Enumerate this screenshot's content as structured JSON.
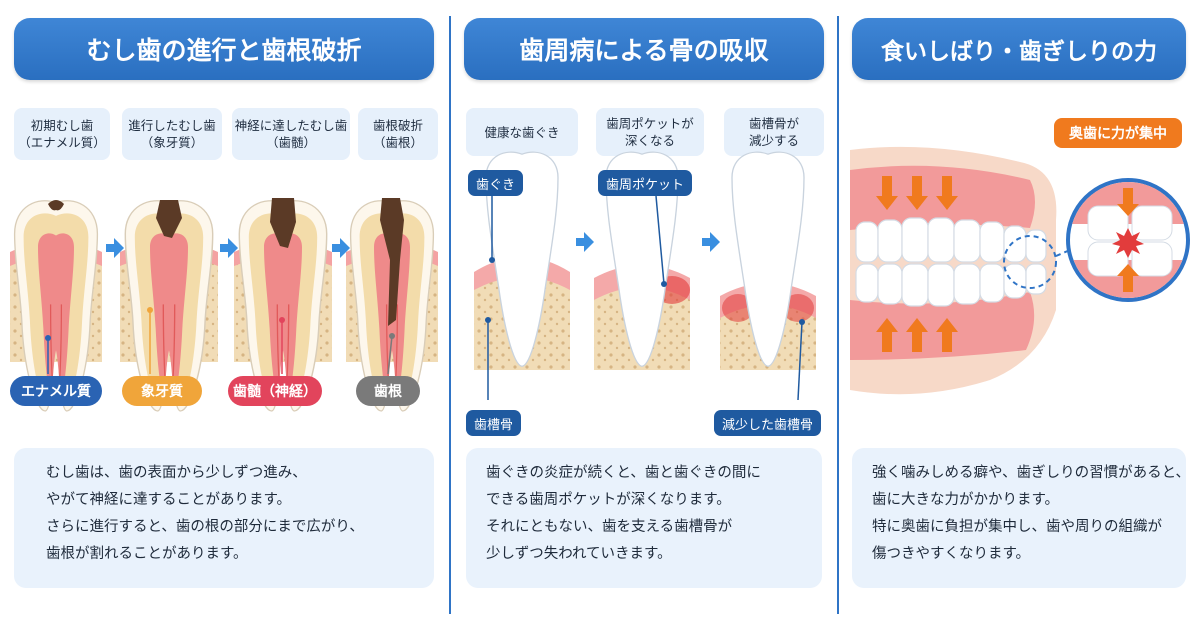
{
  "colors": {
    "title_blue": "#2f74c6",
    "enamel": "#2a63b3",
    "dentin": "#f0a53a",
    "pulp": "#e2445c",
    "root": "#7a7a7a",
    "inflamed": "#e23c3c",
    "force": "#f07a1e"
  },
  "caries": {
    "title": "むし歯の進行と歯根破折",
    "stages": [
      {
        "line1": "初期むし歯",
        "line2": "（エナメル質）"
      },
      {
        "line1": "進行したむし歯",
        "line2": "（象牙質）"
      },
      {
        "line1": "神経に達したむし歯",
        "line2": "（歯髄）"
      },
      {
        "line1": "歯根破折",
        "line2": "（歯根）"
      }
    ],
    "legend": [
      "エナメル質",
      "象牙質",
      "歯髄（神経）",
      "歯根"
    ],
    "description": [
      "むし歯は、歯の表面から少しずつ進み、",
      "やがて神経に達することがあります。",
      "さらに進行すると、歯の根の部分にまで広がり、",
      "歯根が割れることがあります。"
    ]
  },
  "periodontal": {
    "title": "歯周病による骨の吸収",
    "stages": [
      {
        "line1": "健康な歯ぐき",
        "line2": ""
      },
      {
        "line1": "歯周ポケットが",
        "line2": "深くなる"
      },
      {
        "line1": "歯槽骨が",
        "line2": "減少する"
      }
    ],
    "labels": {
      "gum": "歯ぐき",
      "pocket": "歯周ポケット",
      "bone": "歯槽骨",
      "reduced_bone": "減少した歯槽骨"
    },
    "description": [
      "歯ぐきの炎症が続くと、歯と歯ぐきの間に",
      "できる歯周ポケットが深くなります。",
      "それにともない、歯を支える歯槽骨が",
      "少しずつ失われていきます。"
    ]
  },
  "bruxism": {
    "title": "食いしばり・歯ぎしりの力",
    "callout": "奥歯に力が集中",
    "description": [
      "強く噛みしめる癖や、歯ぎしりの習慣があると、",
      "歯に大きな力がかかります。",
      "特に奥歯に負担が集中し、歯や周りの組織が",
      "傷つきやすくなります。"
    ]
  }
}
